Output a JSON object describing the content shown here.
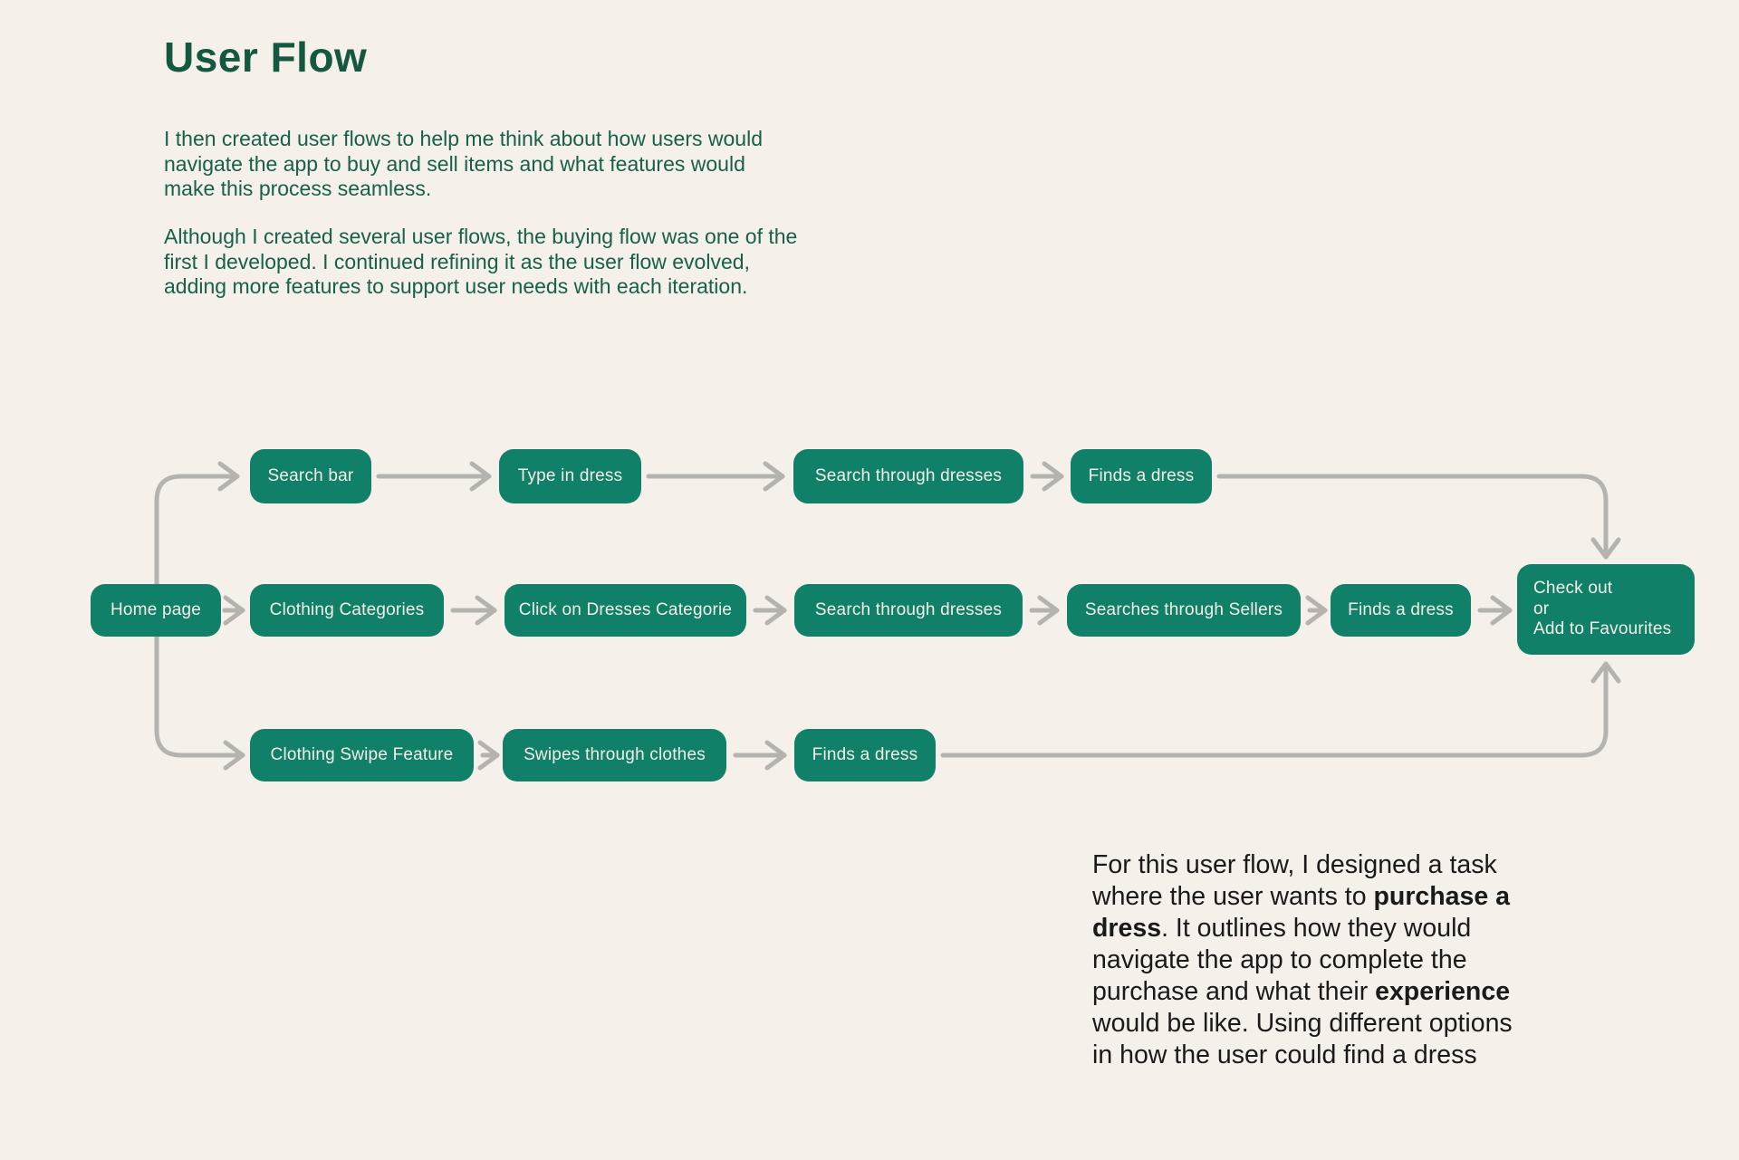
{
  "page": {
    "title": "User Flow",
    "intro_paragraph_1": "I then created user flows to help me think about how users would\nnavigate the app to buy and sell items and what features would\nmake this process seamless.",
    "intro_paragraph_2": "Although I created several user flows, the buying flow was one of the\nfirst I developed. I continued refining it as the user flow evolved,\nadding more features to support user needs with each iteration."
  },
  "colors": {
    "background": "#F5F0E9",
    "title_green": "#14583F",
    "body_text_green": "#176049",
    "node_green": "#118069",
    "node_text": "#F2EFE9",
    "arrow_gray": "#B5B3B0",
    "outro_text": "#1A1A1A"
  },
  "flow": {
    "nodes": {
      "search_bar": {
        "label": "Search bar"
      },
      "type_in_dress": {
        "label": "Type in dress"
      },
      "search_dresses_1": {
        "label": "Search through dresses"
      },
      "finds_dress_1": {
        "label": "Finds a dress"
      },
      "home_page": {
        "label": "Home page"
      },
      "clothing_categories": {
        "label": "Clothing Categories"
      },
      "click_dresses_categorie": {
        "label": "Click on Dresses Categorie"
      },
      "search_dresses_2": {
        "label": "Search through dresses"
      },
      "searches_sellers": {
        "label": "Searches through Sellers"
      },
      "finds_dress_2": {
        "label": "Finds a dress"
      },
      "checkout": {
        "label": "Check out\nor\nAdd to Favourites"
      },
      "clothing_swipe": {
        "label": "Clothing Swipe Feature"
      },
      "swipes_clothes": {
        "label": "Swipes through clothes"
      },
      "finds_dress_3": {
        "label": "Finds a dress"
      }
    }
  },
  "outro": {
    "segments": [
      {
        "text": "For this user flow, I designed a task\nwhere the user wants to ",
        "bold": false
      },
      {
        "text": "purchase a\ndress",
        "bold": true
      },
      {
        "text": ". It outlines how they would\nnavigate the app to complete the\npurchase and what their ",
        "bold": false
      },
      {
        "text": "experience",
        "bold": true
      },
      {
        "text": "\nwould be like. Using different options\nin how the user could find a dress",
        "bold": false
      }
    ]
  }
}
